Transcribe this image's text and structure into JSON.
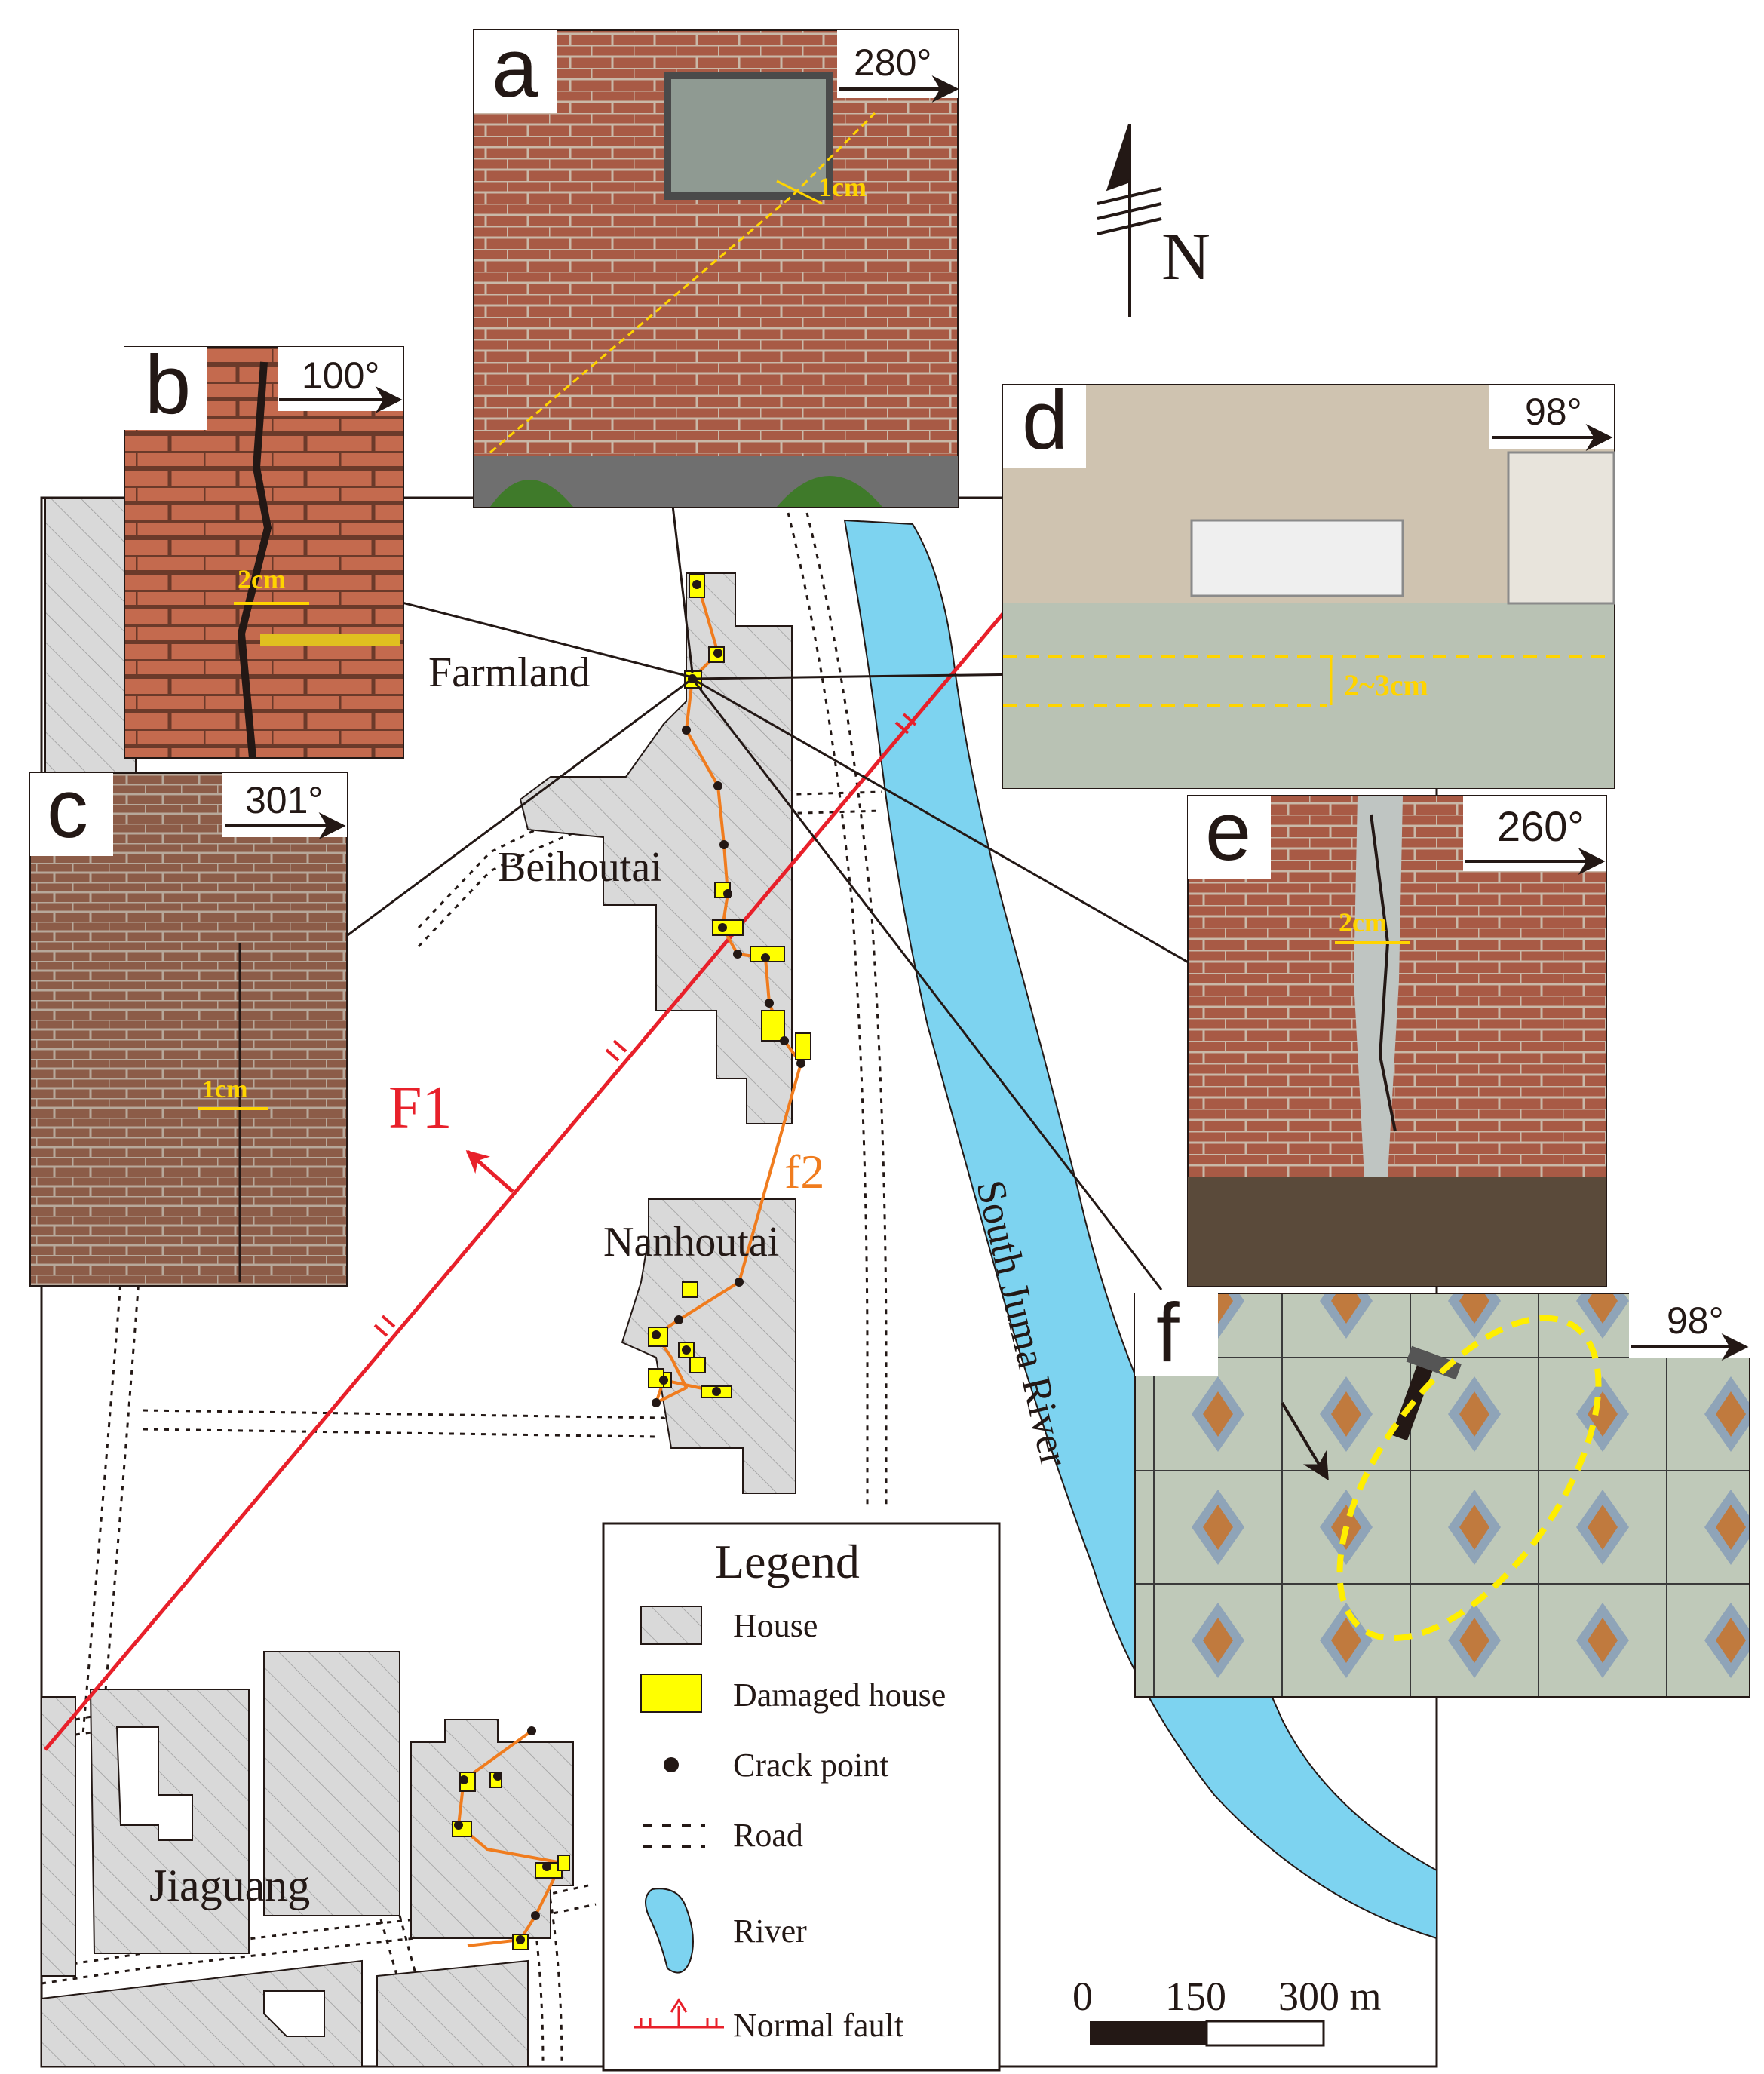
{
  "labels": {
    "places": [
      "Farmland",
      "Beihoutai",
      "Nanhoutai",
      "Jiaguang"
    ],
    "river": "South Juma River",
    "fault_main": "F1",
    "fault_secondary": "f2",
    "north": "N"
  },
  "legend": {
    "title": "Legend",
    "items": [
      {
        "label": "House",
        "symbol": "house"
      },
      {
        "label": "Damaged house",
        "symbol": "damaged-house"
      },
      {
        "label": "Crack point",
        "symbol": "crack-point"
      },
      {
        "label": "Road",
        "symbol": "road"
      },
      {
        "label": "River",
        "symbol": "river"
      },
      {
        "label": "Normal fault",
        "symbol": "normal-fault"
      }
    ]
  },
  "scale_bar": {
    "ticks": [
      "0",
      "150",
      "300 m"
    ]
  },
  "photos": [
    {
      "letter": "a",
      "direction": "280°",
      "measurement": "1cm"
    },
    {
      "letter": "b",
      "direction": "100°",
      "measurement": "2cm"
    },
    {
      "letter": "c",
      "direction": "301°",
      "measurement": "1cm"
    },
    {
      "letter": "d",
      "direction": "98°",
      "measurement": "2~3cm"
    },
    {
      "letter": "e",
      "direction": "260°",
      "measurement": "2cm"
    },
    {
      "letter": "f",
      "direction": "98°",
      "measurement": ""
    }
  ],
  "colors": {
    "house_fill": "#d9d9d9",
    "damaged_fill": "#ffff00",
    "river_fill": "#7dd3f0",
    "fault_main": "#e8202a",
    "fault_secondary": "#f07c1e",
    "measure": "#ffd400",
    "brick": "#a85a45"
  }
}
